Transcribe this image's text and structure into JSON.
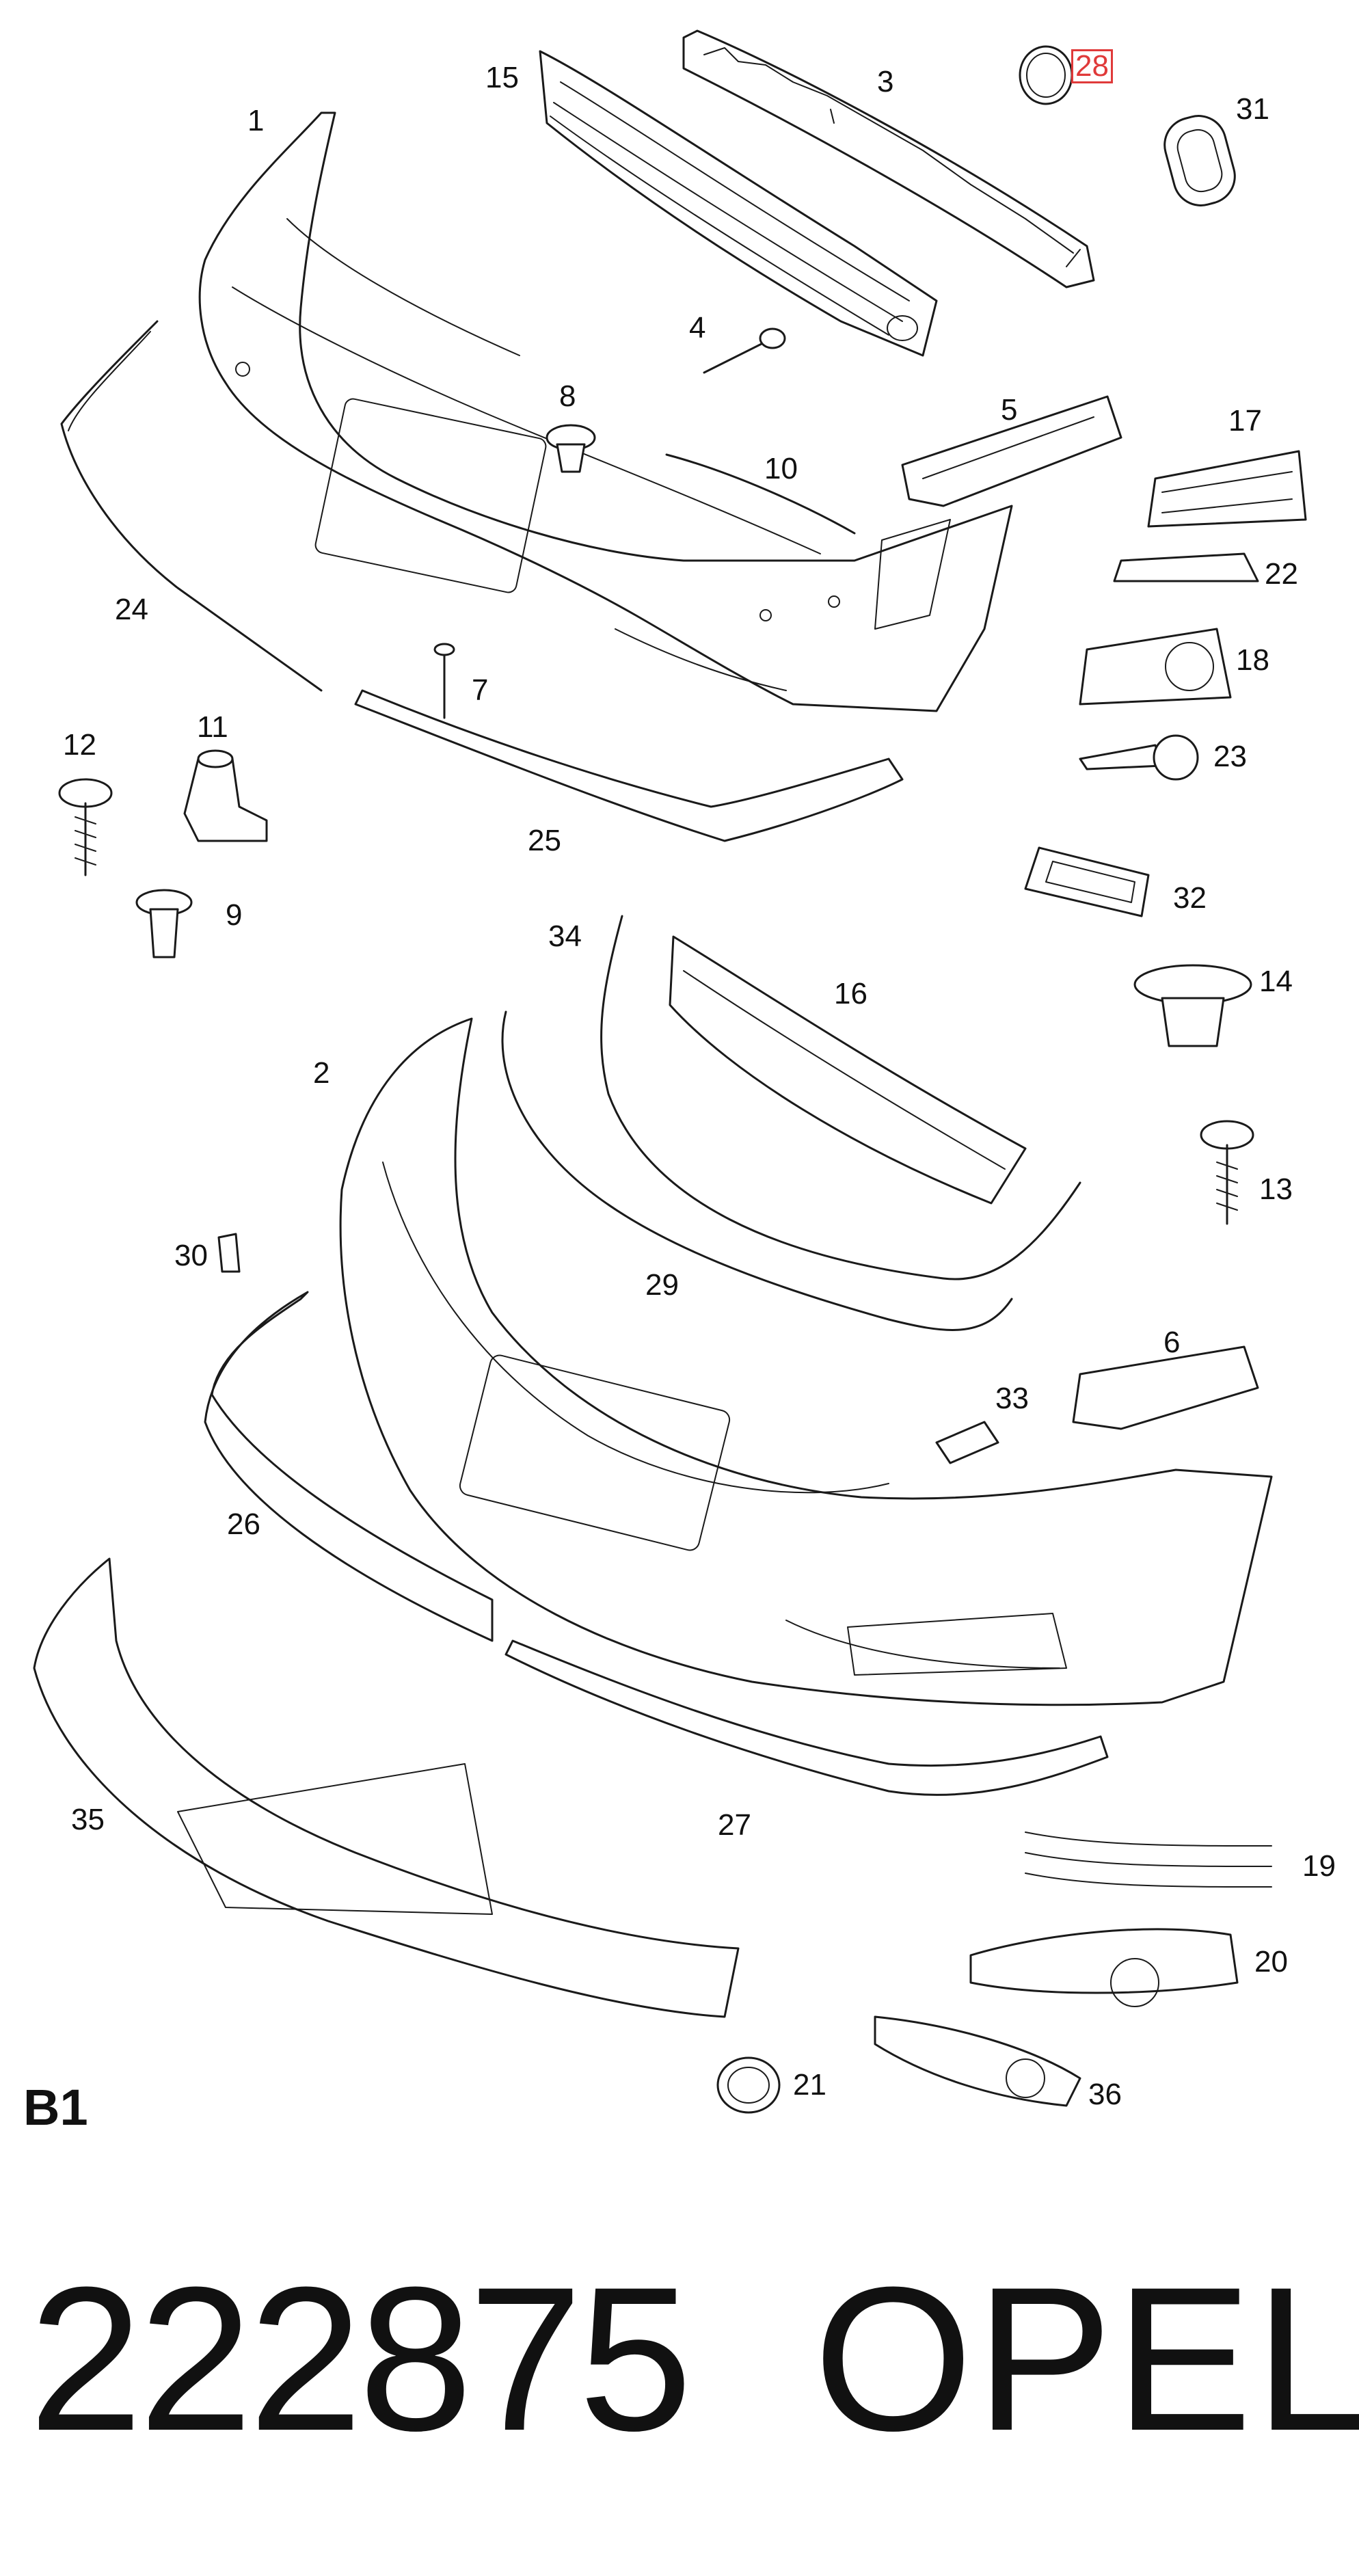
{
  "diagram": {
    "section_label": "B1",
    "footer": {
      "part_number": "222875",
      "brand": "OPEL"
    },
    "highlight_color": "#e03a3a",
    "callouts": [
      {
        "id": "1",
        "text": "1"
      },
      {
        "id": "2",
        "text": "2"
      },
      {
        "id": "3",
        "text": "3"
      },
      {
        "id": "4",
        "text": "4"
      },
      {
        "id": "5",
        "text": "5"
      },
      {
        "id": "6",
        "text": "6"
      },
      {
        "id": "7",
        "text": "7"
      },
      {
        "id": "8",
        "text": "8"
      },
      {
        "id": "9",
        "text": "9"
      },
      {
        "id": "10",
        "text": "10"
      },
      {
        "id": "11",
        "text": "11"
      },
      {
        "id": "12",
        "text": "12"
      },
      {
        "id": "13",
        "text": "13"
      },
      {
        "id": "14",
        "text": "14"
      },
      {
        "id": "15",
        "text": "15"
      },
      {
        "id": "16",
        "text": "16"
      },
      {
        "id": "17",
        "text": "17"
      },
      {
        "id": "18",
        "text": "18"
      },
      {
        "id": "19",
        "text": "19"
      },
      {
        "id": "20",
        "text": "20"
      },
      {
        "id": "21",
        "text": "21"
      },
      {
        "id": "22",
        "text": "22"
      },
      {
        "id": "23",
        "text": "23"
      },
      {
        "id": "24",
        "text": "24"
      },
      {
        "id": "25",
        "text": "25"
      },
      {
        "id": "26",
        "text": "26"
      },
      {
        "id": "27",
        "text": "27"
      },
      {
        "id": "28",
        "text": "28",
        "highlighted": true
      },
      {
        "id": "29",
        "text": "29"
      },
      {
        "id": "30",
        "text": "30"
      },
      {
        "id": "31",
        "text": "31"
      },
      {
        "id": "32",
        "text": "32"
      },
      {
        "id": "33",
        "text": "33"
      },
      {
        "id": "34",
        "text": "34"
      },
      {
        "id": "35",
        "text": "35"
      },
      {
        "id": "36",
        "text": "36"
      }
    ]
  }
}
